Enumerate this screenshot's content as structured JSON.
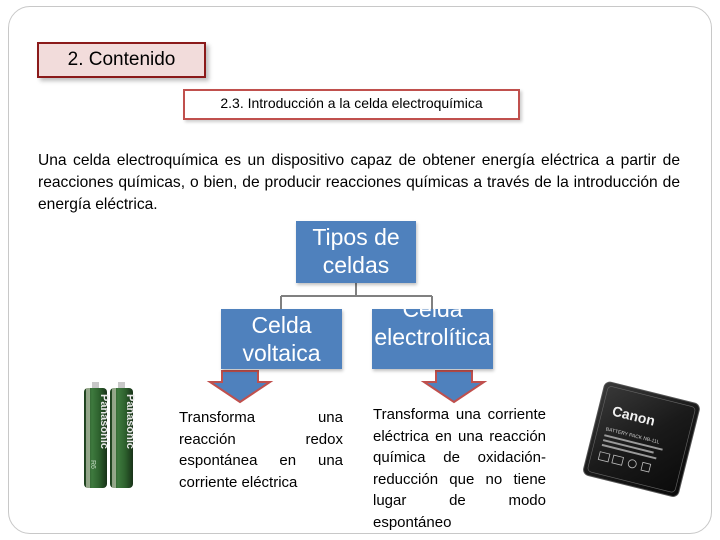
{
  "section_title": "2. Contenido",
  "subtitle": "2.3. Introducción a la celda electroquímica",
  "intro_text": "Una celda electroquímica es un dispositivo capaz de obtener energía eléctrica a partir de reacciones químicas, o bien, de producir reacciones químicas a través de la introducción de energía eléctrica.",
  "diagram": {
    "root": "Tipos de celdas",
    "left_node": "Celda voltaica",
    "right_node": "Celda electrolítica",
    "left_desc": "Transforma una reacción redox espontánea en una corriente eléctrica",
    "right_desc": "Transforma una corriente eléctrica en una reacción química de oxidación-reducción que no tiene lugar de modo espontáneo"
  },
  "images": {
    "battery_brand": "Panasonic",
    "battery_model": "R6",
    "card_brand": "Canon",
    "card_label": "BATTERY PACK NB-11L"
  },
  "colors": {
    "node_fill": "#4f81bd",
    "arrow_fill": "#4f81bd",
    "title_border": "#8b1a1a",
    "subtitle_border": "#c0504d"
  }
}
